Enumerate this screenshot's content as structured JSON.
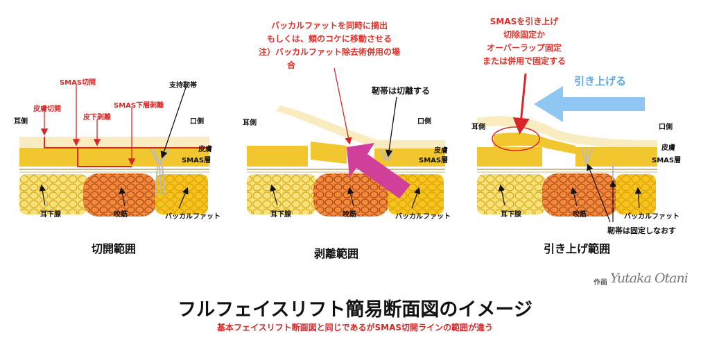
{
  "panel1": {
    "title": "切開範囲",
    "ear_side": "耳側",
    "mouth_side": "口側",
    "skin": "皮膚",
    "smas_layer": "SMAS層",
    "parotid": "耳下腺",
    "masseter": "咬筋",
    "buccal_fat": "バッカルファット",
    "ligament": "支持靭帯",
    "skin_incision": "皮膚切開",
    "smas_incision": "SMAS切開",
    "subcutaneous_dissection": "皮下剥離",
    "sub_smas_dissection": "SMAS下層剥離"
  },
  "panel2": {
    "title": "剥離範囲",
    "ear_side": "耳側",
    "mouth_side": "口側",
    "skin": "皮膚",
    "smas_layer": "SMAS層",
    "parotid": "耳下腺",
    "masseter": "咬筋",
    "buccal_fat": "バッカルファット",
    "ligament_cut": "靭帯は切離する",
    "note_lines": [
      "バッカルファットを同時に摘出",
      "もしくは、頬のコケに移動させる",
      "注）バッカルファット除去術併用の場",
      "合"
    ]
  },
  "panel3": {
    "title": "引き上げ範囲",
    "ear_side": "耳側",
    "mouth_side": "口側",
    "skin": "皮膚",
    "smas_layer": "SMAS層",
    "parotid": "耳下腺",
    "masseter": "咬筋",
    "buccal_fat": "バッカルファット",
    "lift": "引き上げる",
    "ligament_refix": "靭帯は固定しなおす",
    "note_lines": [
      "SMASを引き上げ",
      "切除固定か",
      "オーバーラップ固定",
      "または併用で固定する"
    ]
  },
  "credit": {
    "label": "作画",
    "signature": "Yutaka Otani"
  },
  "title": "フルフェイスリフト簡易断面図のイメージ",
  "subtitle": "基本フェイスリフト断面図と同じであるがSMAS切開ラインの範囲が違う"
}
